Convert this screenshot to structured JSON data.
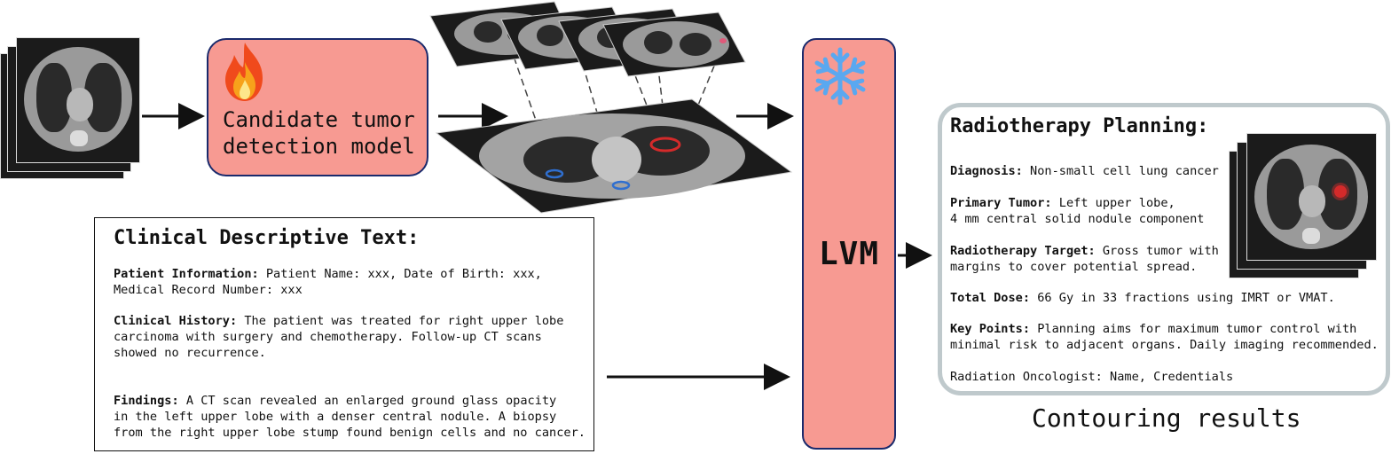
{
  "model": {
    "label_line1": "Candidate tumor",
    "label_line2": "detection model",
    "icon": "fire-icon"
  },
  "lvm": {
    "label": "LVM",
    "icon": "snowflake-icon"
  },
  "clinical": {
    "title": "Clinical Descriptive Text:",
    "paragraphs": [
      {
        "heading": "Patient Information:",
        "line1": " Patient Name: xxx, Date of Birth: xxx,",
        "line2": "Medical Record Number: xxx",
        "line3": ""
      },
      {
        "heading": "Clinical History:",
        "line1": " The patient was treated for right upper lobe",
        "line2": "carcinoma with surgery and chemotherapy. Follow-up CT scans",
        "line3": "showed no recurrence."
      },
      {
        "heading": "Findings:",
        "line1": " A CT scan revealed an enlarged ground glass opacity",
        "line2": "in the left upper lobe with a denser central nodule. A biopsy",
        "line3": "from the right upper lobe stump found benign cells and no cancer."
      }
    ]
  },
  "plan": {
    "title": "Radiotherapy Planning:",
    "items": [
      {
        "heading": "Diagnosis:",
        "line1": " Non-small cell lung cancer",
        "line2": ""
      },
      {
        "heading": "Primary Tumor:",
        "line1": " Left upper lobe,",
        "line2": "4 mm central solid nodule component"
      },
      {
        "heading": "Radiotherapy Target:",
        "line1": " Gross tumor with",
        "line2": "margins to cover potential spread."
      },
      {
        "heading": "Total Dose:",
        "line1": " 66 Gy in 33 fractions using IMRT or VMAT.",
        "line2": ""
      },
      {
        "heading": "Key Points:",
        "line1": " Planning aims for maximum tumor control with",
        "line2": "minimal risk to adjacent organs. Daily imaging recommended."
      }
    ],
    "signature": "Radiation Oncologist: Name, Credentials"
  },
  "result_label": "Contouring results",
  "colors": {
    "box_fill": "#f79a92",
    "box_border": "#1a2a6c",
    "snowflake": "#5aa8f0",
    "plan_border": "#bfc9cc",
    "tumor_red": "#d42a2a",
    "nodule_blue": "#2f6fd0"
  }
}
